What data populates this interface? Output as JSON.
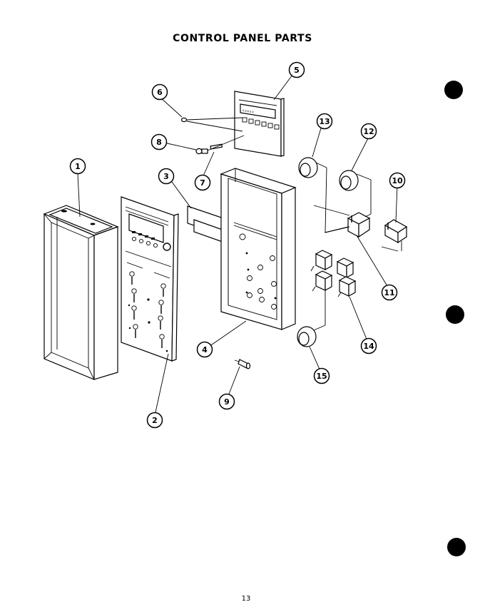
{
  "title": "CONTROL PANEL PARTS",
  "page_number": "13",
  "callouts": [
    "1",
    "2",
    "3",
    "4",
    "5",
    "6",
    "7",
    "8",
    "9",
    "10",
    "11",
    "12",
    "13",
    "14",
    "15"
  ],
  "binder_holes": 3
}
